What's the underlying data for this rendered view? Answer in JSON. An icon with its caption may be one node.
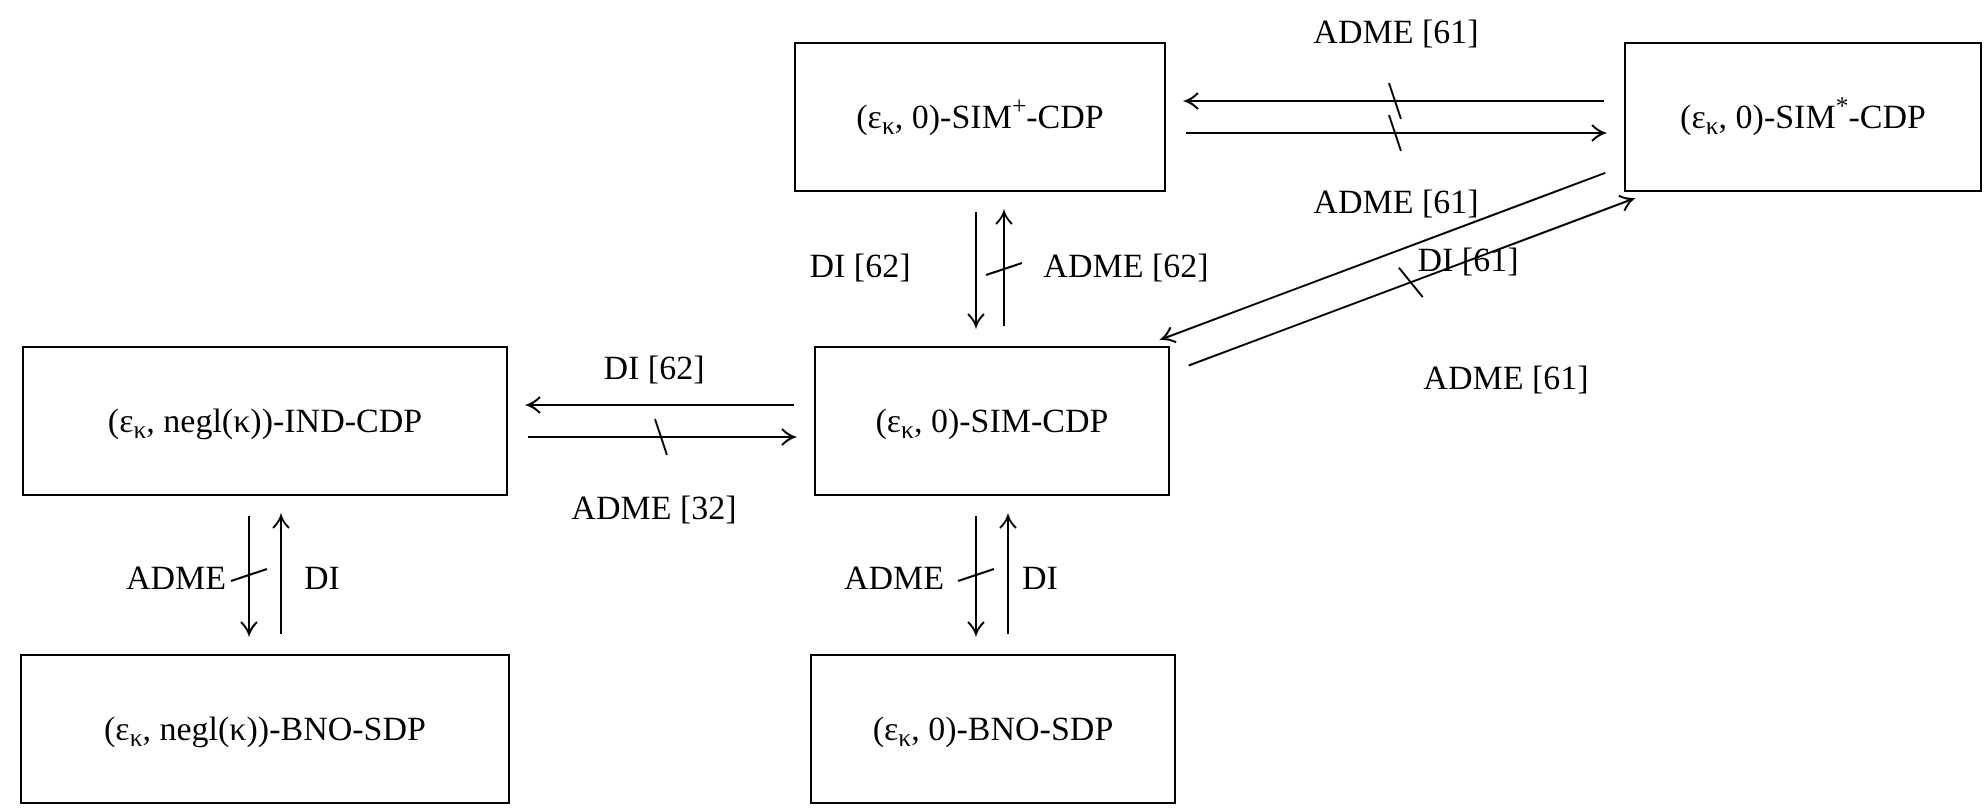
{
  "diagram": {
    "nodes": [
      {
        "text": [
          "(ε$_{κ}$, 0)-SIM$^{+}$-CDP"
        ]
      },
      {
        "text": [
          "(ε$_{κ}$, 0)-SIM$^{*}$-CDP"
        ]
      },
      {
        "text": [
          "(ε$_{κ}$, negl(κ))-IND-CDP"
        ]
      },
      {
        "text": [
          "(ε$_{κ}$, 0)-SIM-CDP"
        ]
      },
      {
        "text": [
          "(ε$_{κ}$, negl(κ))-BNO-SDP"
        ]
      },
      {
        "text": [
          "(ε$_{κ}$, 0)-BNO-SDP"
        ]
      }
    ],
    "edges": [
      {
        "from": 1,
        "to": 0,
        "arrow": "to",
        "label": "ADME [61]"
      },
      {
        "from": 0,
        "to": 1,
        "arrow": "to",
        "label": "ADME [61]"
      },
      {
        "from": 0,
        "to": 3,
        "arrow": "to",
        "label": "DI [62]"
      },
      {
        "from": 3,
        "to": 0,
        "arrow": "to",
        "label": "ADME [62]"
      },
      {
        "from": 1,
        "to": 3,
        "arrow": "to",
        "label": "DI [61]"
      },
      {
        "from": 3,
        "to": 1,
        "arrow": "to",
        "label": "ADME [61]"
      },
      {
        "from": 3,
        "to": 2,
        "arrow": "to",
        "label": "DI [62]"
      },
      {
        "from": 2,
        "to": 3,
        "arrow": "to",
        "label": "ADME [32]"
      },
      {
        "from": 2,
        "to": 4,
        "arrow": "to",
        "label": "ADME"
      },
      {
        "from": 4,
        "to": 2,
        "arrow": "to",
        "label": "DI"
      },
      {
        "from": 3,
        "to": 5,
        "arrow": "to",
        "label": "ADME"
      },
      {
        "from": 5,
        "to": 3,
        "arrow": "to",
        "label": "DI"
      }
    ]
  }
}
